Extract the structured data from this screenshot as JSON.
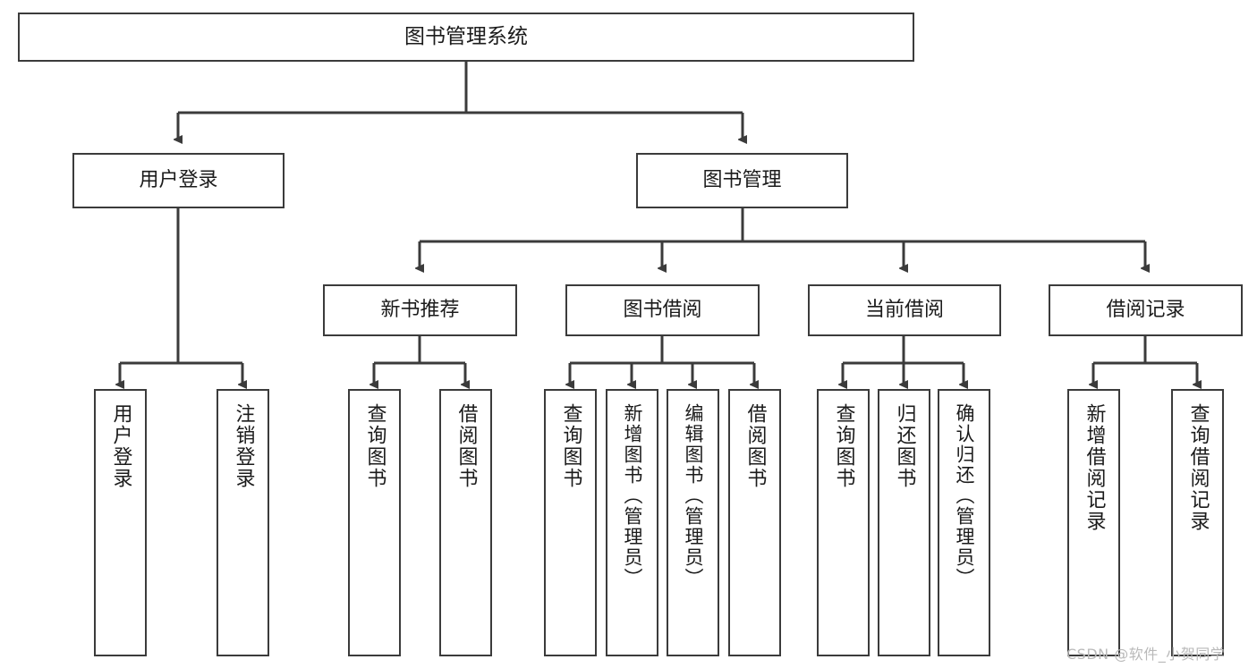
{
  "diagram": {
    "title_node": {
      "label": "图书管理系统"
    },
    "level2": [
      {
        "id": "user-login",
        "label": "用户登录"
      },
      {
        "id": "book-management",
        "label": "图书管理"
      }
    ],
    "level3": [
      {
        "id": "new-book-recommend",
        "label": "新书推荐"
      },
      {
        "id": "book-borrow",
        "label": "图书借阅"
      },
      {
        "id": "current-borrow",
        "label": "当前借阅"
      },
      {
        "id": "borrow-record",
        "label": "借阅记录"
      }
    ],
    "leaves": {
      "user_login": [
        {
          "id": "leaf-user-login",
          "label": "用户登录"
        },
        {
          "id": "leaf-logout-login",
          "label": "注销登录"
        }
      ],
      "new_book_recommend": [
        {
          "id": "leaf-query-book-1",
          "label": "查询图书"
        },
        {
          "id": "leaf-borrow-book-1",
          "label": "借阅图书"
        }
      ],
      "book_borrow": [
        {
          "id": "leaf-query-book-2",
          "label": "查询图书"
        },
        {
          "id": "leaf-add-book",
          "label": "新增图书（管理员）"
        },
        {
          "id": "leaf-edit-book",
          "label": "编辑图书（管理员）"
        },
        {
          "id": "leaf-borrow-book-2",
          "label": "借阅图书"
        }
      ],
      "current_borrow": [
        {
          "id": "leaf-query-book-3",
          "label": "查询图书"
        },
        {
          "id": "leaf-return-book",
          "label": "归还图书"
        },
        {
          "id": "leaf-confirm-return",
          "label": "确认归还（管理员）"
        }
      ],
      "borrow_record": [
        {
          "id": "leaf-add-borrow-record",
          "label": "新增借阅记录"
        },
        {
          "id": "leaf-query-borrow-record",
          "label": "查询借阅记录"
        }
      ]
    },
    "watermark": {
      "text": "CSDN @软件_小贺同学"
    },
    "colors": {
      "stroke": "#3b3b3b",
      "text": "#1b1b1b",
      "background": "#ffffff",
      "watermark": "#b9b9b9"
    }
  }
}
